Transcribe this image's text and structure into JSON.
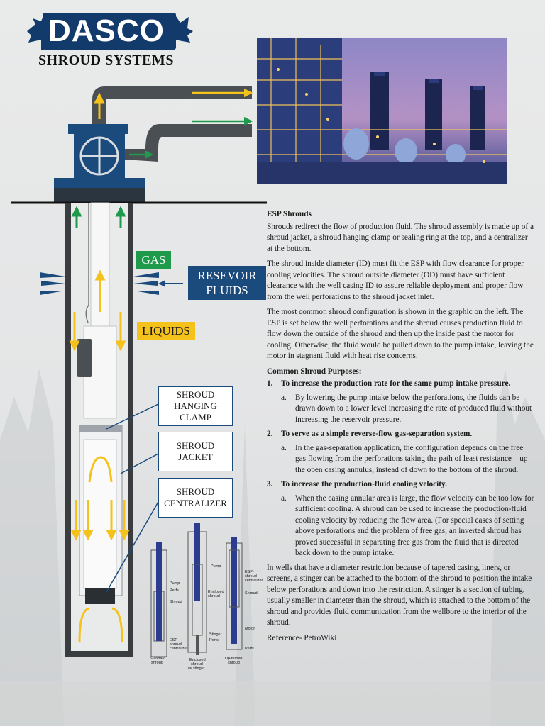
{
  "logo": {
    "brand": "DASCO",
    "tagline": "SHROUD SYSTEMS"
  },
  "labels": {
    "gas": "GAS",
    "reservoir": "RESEVOIR FLUIDS",
    "reservoir_l1": "RESEVOIR",
    "reservoir_l2": "FLUIDS",
    "liquids": "LIQUIDS"
  },
  "callouts": [
    {
      "l1": "SHROUD",
      "l2": "HANGING",
      "l3": "CLAMP"
    },
    {
      "l1": "SHROUD",
      "l2": "JACKET"
    },
    {
      "l1": "SHROUD",
      "l2": "CENTRALIZER"
    }
  ],
  "mini": {
    "standard": {
      "caption1": "Standard",
      "caption2": "shroud",
      "pump": "Pump",
      "perfs": "Perfs",
      "shroud": "Shroud",
      "esp1": "ESP-",
      "esp2": "shroud",
      "esp3": "centralizer"
    },
    "stinger": {
      "caption1": "Enclosed",
      "caption2": "shroud",
      "caption3": "w/ stinger",
      "pump": "Pump",
      "enc1": "Enclosed",
      "enc2": "shroud",
      "stinger": "Stinger",
      "perfs": "Perfs"
    },
    "upturned": {
      "caption1": "Up-turned",
      "caption2": "shroud",
      "esp1": "ESP-",
      "esp2": "shroud",
      "esp3": "centralizer",
      "shroud": "Shroud",
      "motor": "Motor",
      "perfs": "Perfs"
    }
  },
  "article": {
    "heading": "ESP Shrouds",
    "p1": "Shrouds redirect the flow of production fluid. The shroud assembly is made up of a shroud jacket, a shroud hanging clamp or sealing ring at the top, and a centralizer at the bottom.",
    "p2": "The shroud inside diameter (ID) must fit the ESP with flow clearance for proper cooling velocities. The shroud outside diameter (OD) must have sufficient clearance with the well casing ID to assure reliable deployment and proper flow from the well perforations to the shroud jacket inlet.",
    "p3": "The most common shroud configuration is shown in the graphic on the left. The ESP is set below the well perforations and the shroud causes production fluid to flow down the outside of the shroud and then up the inside past the motor for cooling. Otherwise, the fluid would be pulled down to the pump intake, leaving the motor in stagnant fluid with heat rise concerns.",
    "purposes_heading": "Common Shroud Purposes:",
    "purposes": [
      {
        "n": "1.",
        "title": "To increase the production rate for the same pump intake pressure.",
        "sub": "By lowering the pump intake below the perforations, the fluids can be drawn down to a lower level increasing the rate of produced fluid without increasing the reservoir pressure."
      },
      {
        "n": "2.",
        "title": "To serve as a simple reverse-flow gas-separation system.",
        "sub": "In the gas-separation application, the configuration depends on the free gas flowing from the perforations taking the path of least resistance—up the open casing annulus, instead of down to the bottom of the shroud."
      },
      {
        "n": "3.",
        "title": "To increase the production-fluid cooling velocity.",
        "sub": "When the casing annular area is large, the flow velocity can be too low for sufficient cooling. A shroud can be used to increase the production-fluid cooling velocity by reducing the flow area. (For special cases of setting above perforations and the problem of free gas, an inverted shroud has proved successful in separating free gas from the fluid that is directed back down to the pump intake."
      }
    ],
    "sub_marker": "a.",
    "p4": "In wells that have a diameter restriction because of tapered casing, liners, or screens, a stinger can be attached to the bottom of the shroud to position the intake below perforations and down into the restriction. A stinger is a section of tubing, usually smaller in diameter than the shroud, which is attached to the bottom of the shroud and provides fluid communication from the wellbore to the interior of the shroud.",
    "reference": "Reference- PetroWiki"
  },
  "colors": {
    "navy": "#1b4a7c",
    "gas_green": "#1e9a4a",
    "liquid_yellow": "#f4c21b",
    "reservoir_blue": "#1b4a7c"
  }
}
